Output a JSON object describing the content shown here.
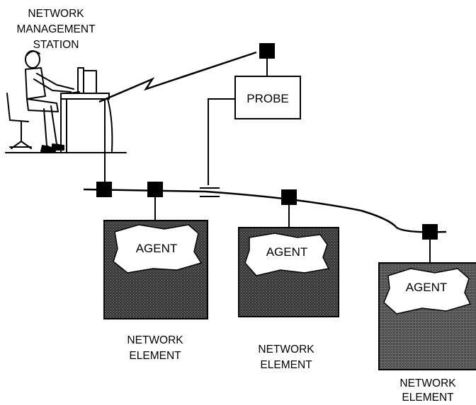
{
  "station": {
    "label_lines": [
      "NETWORK",
      "MANAGEMENT",
      "STATION"
    ]
  },
  "probe": {
    "label": "PROBE"
  },
  "elements": [
    {
      "agent_label": "AGENT",
      "label_lines": [
        "NETWORK",
        "ELEMENT"
      ]
    },
    {
      "agent_label": "AGENT",
      "label_lines": [
        "NETWORK",
        "ELEMENT"
      ]
    },
    {
      "agent_label": "AGENT",
      "label_lines": [
        "NETWORK",
        "ELEMENT"
      ]
    }
  ],
  "colors": {
    "line": "#000000",
    "element_fill": "#2a2a2a",
    "agent_fill": "#ffffff"
  }
}
